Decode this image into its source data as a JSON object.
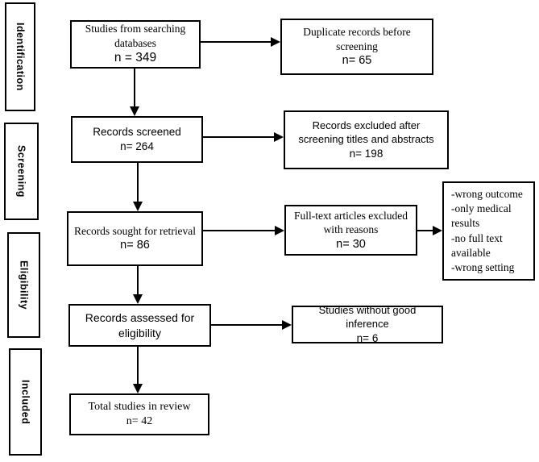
{
  "colors": {
    "line": "#000000",
    "background": "#ffffff",
    "text": "#000000"
  },
  "sidebar": {
    "identification": "Identification",
    "screening": "Screening",
    "eligibility": "Eligibility",
    "included": "Included"
  },
  "boxes": {
    "searching": {
      "text": "Studies from searching databases",
      "n": "n = 349"
    },
    "duplicates": {
      "text": "Duplicate records before screening",
      "n": "n= 65"
    },
    "screened": {
      "text": "Records screened",
      "n": "n= 264"
    },
    "excluded_titles": {
      "text": "Records excluded after screening titles and abstracts",
      "n": "n= 198"
    },
    "sought": {
      "text": "Records sought for retrieval",
      "n": "n= 86"
    },
    "fulltext_excluded": {
      "text": "Full-text articles excluded with reasons",
      "n": "n= 30"
    },
    "reasons": {
      "items": [
        "-wrong outcome",
        "-only medical results",
        "-no full text available",
        "-wrong setting"
      ]
    },
    "assessed": {
      "text": "Records assessed for eligibility"
    },
    "no_inference": {
      "text": "Studies without good inference",
      "n": "n= 6"
    },
    "total": {
      "text": "Total studies in review",
      "n": "n= 42"
    }
  }
}
